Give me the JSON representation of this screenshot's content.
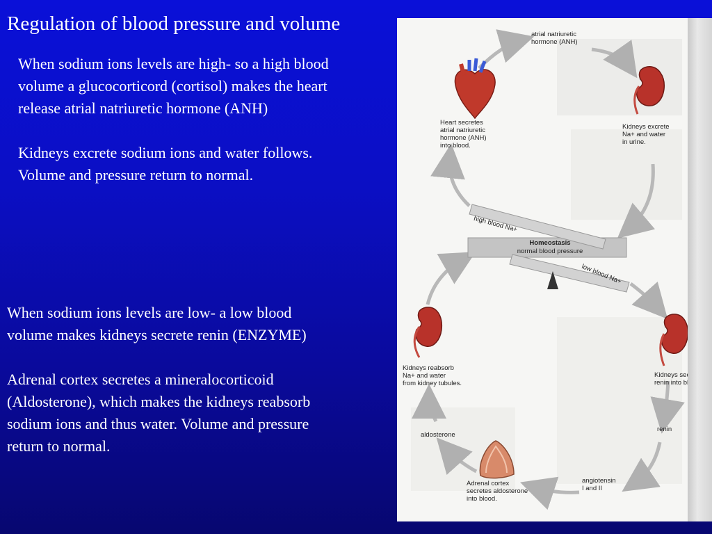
{
  "title": "Regulation of blood pressure and volume",
  "high_sodium": {
    "paragraph1": "When sodium ions levels are high- so a high blood volume a glucocorticord (cortisol) makes the heart release atrial natriuretic hormone (ANH)",
    "paragraph2": "Kidneys excrete sodium ions and water follows.  Volume and pressure return to normal."
  },
  "low_sodium": {
    "paragraph1": "When sodium ions levels are low- a  low blood volume makes kidneys secrete renin (ENZYME)",
    "paragraph2": "Adrenal cortex secretes a mineralocorticoid (Aldosterone), which makes the kidneys reabsorb sodium ions and thus water. Volume and pressure return to normal."
  },
  "figure": {
    "anh_label": [
      "atrial natriuretic",
      "hormone (ANH)"
    ],
    "heart_label": [
      "Heart secretes",
      "atrial natriuretic",
      "hormone (ANH)",
      "into blood."
    ],
    "kidneys_excrete_label": [
      "Kidneys excrete",
      "Na+ and water",
      "in urine."
    ],
    "high_na_label": "high blood Na+",
    "homeostasis_title": "Homeostasis",
    "homeostasis_subtitle": "normal blood pressure",
    "low_na_label": "low blood Na+",
    "kidneys_reabsorb_label": [
      "Kidneys reabsorb",
      "Na+ and water",
      "from kidney tubules."
    ],
    "kidneys_secrete_label": [
      "Kidneys secre",
      "renin into blo"
    ],
    "renin_label": "renin",
    "aldosterone_label": "aldosterone",
    "adrenal_label": [
      "Adrenal cortex",
      "secretes aldosterone",
      "into blood."
    ],
    "angiotensin_label": [
      "angiotensin",
      "I and II"
    ],
    "colors": {
      "arrow": "#b8b8b8",
      "kidney": "#b8322a",
      "heart": "#c0392b",
      "adrenal": "#d88a6a",
      "seesaw": "#c4c4c4"
    }
  }
}
